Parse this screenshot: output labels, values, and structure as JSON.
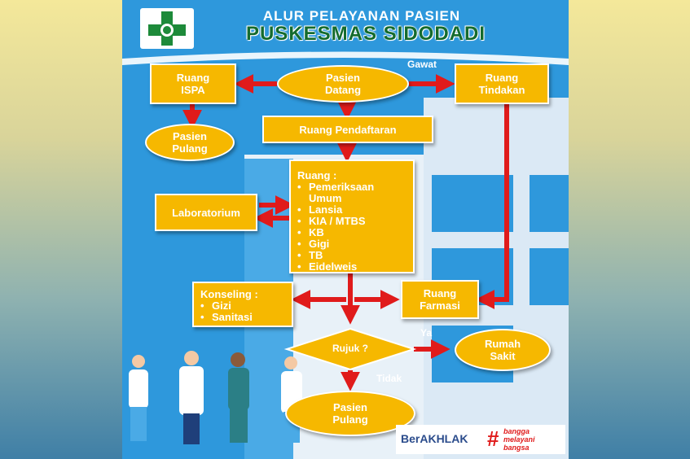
{
  "title": {
    "line1": "ALUR PELAYANAN PASIEN",
    "line2": "PUSKESMAS SIDODADI"
  },
  "nodes": {
    "pasien_datang": [
      "Pasien",
      "Datang"
    ],
    "ruang_ispa": [
      "Ruang",
      "ISPA"
    ],
    "ruang_tindakan": [
      "Ruang",
      "Tindakan"
    ],
    "pasien_pulang_top": [
      "Pasien",
      "Pulang"
    ],
    "ruang_pendaftaran": "Ruang Pendaftaran",
    "ruang": {
      "header": "Ruang :",
      "items": [
        "Pemeriksaan",
        "Umum",
        "Lansia",
        "KIA / MTBS",
        "KB",
        "Gigi",
        "TB",
        "Eidelweis"
      ]
    },
    "laboratorium": "Laboratorium",
    "konseling": {
      "header": "Konseling :",
      "items": [
        "Gizi",
        "Sanitasi"
      ]
    },
    "ruang_farmasi": [
      "Ruang",
      "Farmasi"
    ],
    "rujuk": "Rujuk ?",
    "rumah_sakit": [
      "Rumah",
      "Sakit"
    ],
    "pasien_pulang_bottom": [
      "Pasien",
      "Pulang"
    ]
  },
  "edge_labels": {
    "gawat": "Gawat",
    "ya": "Ya",
    "tidak": "Tidak"
  },
  "footer": {
    "berakhlak": "BerAKHLAK",
    "bangga": [
      "bangga",
      "melayani",
      "bangsa"
    ]
  },
  "colors": {
    "node_fill": "#f6b800",
    "arrow": "#e01b1b",
    "background": "#2e98dc",
    "title_green": "#146b2e"
  }
}
